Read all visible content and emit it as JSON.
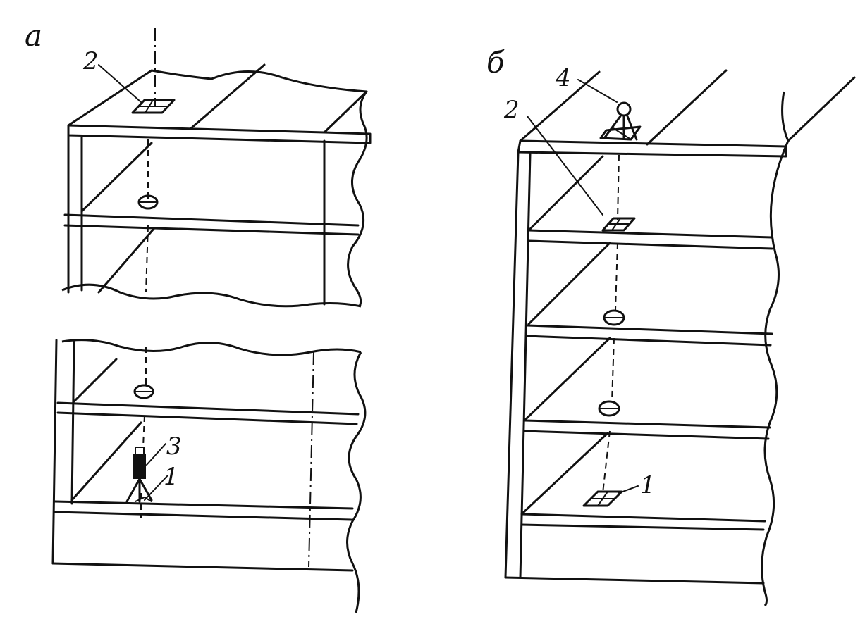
{
  "panels": {
    "a": {
      "letter": "а"
    },
    "b": {
      "letter": "б"
    }
  },
  "callouts": {
    "a_top_sign": "2",
    "a_instrument": "3",
    "a_floor_mark": "1",
    "b_instrument": "4",
    "b_sign": "2",
    "b_floor_mark": "1"
  },
  "colors": {
    "ink": "#111111",
    "paper": "#ffffff"
  }
}
